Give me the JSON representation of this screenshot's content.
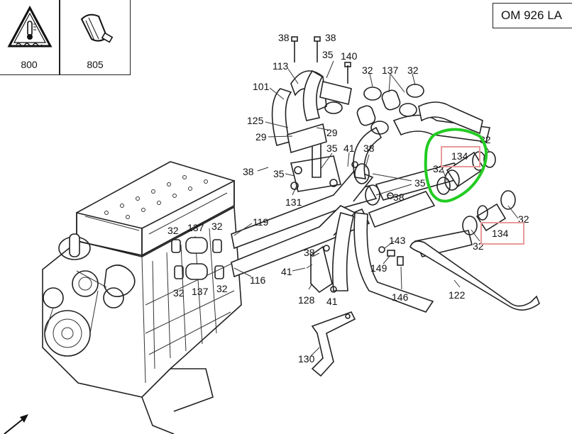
{
  "legend": {
    "items": [
      {
        "code": "800",
        "icon": "hot-coolant-warning-icon"
      },
      {
        "code": "805",
        "icon": "hose-clamp-icon"
      }
    ]
  },
  "engine_model": "OM 926 LA",
  "callouts": [
    {
      "id": "c38a",
      "text": "38"
    },
    {
      "id": "c38b",
      "text": "38"
    },
    {
      "id": "c35a",
      "text": "35"
    },
    {
      "id": "c140",
      "text": "140"
    },
    {
      "id": "c113",
      "text": "113"
    },
    {
      "id": "c32a",
      "text": "32"
    },
    {
      "id": "c137a",
      "text": "137"
    },
    {
      "id": "c32b",
      "text": "32"
    },
    {
      "id": "c101",
      "text": "101"
    },
    {
      "id": "c125",
      "text": "125"
    },
    {
      "id": "c29a",
      "text": "29"
    },
    {
      "id": "c29b",
      "text": "29"
    },
    {
      "id": "c35b",
      "text": "35"
    },
    {
      "id": "c41a",
      "text": "41"
    },
    {
      "id": "c38c",
      "text": "38"
    },
    {
      "id": "c38d",
      "text": "38"
    },
    {
      "id": "c35c",
      "text": "35"
    },
    {
      "id": "c131",
      "text": "131"
    },
    {
      "id": "c35d",
      "text": "35"
    },
    {
      "id": "c38e",
      "text": "38"
    },
    {
      "id": "c134a",
      "text": "134"
    },
    {
      "id": "c32c",
      "text": "32"
    },
    {
      "id": "c32d",
      "text": "32"
    },
    {
      "id": "c134b",
      "text": "134"
    },
    {
      "id": "c32e",
      "text": "32"
    },
    {
      "id": "c32f",
      "text": "32"
    },
    {
      "id": "c119",
      "text": "119"
    },
    {
      "id": "c32g",
      "text": "32"
    },
    {
      "id": "c137b",
      "text": "137"
    },
    {
      "id": "c32h",
      "text": "32"
    },
    {
      "id": "c143",
      "text": "143"
    },
    {
      "id": "c38f",
      "text": "38"
    },
    {
      "id": "c41b",
      "text": "41"
    },
    {
      "id": "c149",
      "text": "149"
    },
    {
      "id": "c116",
      "text": "116"
    },
    {
      "id": "c32i",
      "text": "32"
    },
    {
      "id": "c137c",
      "text": "137"
    },
    {
      "id": "c32j",
      "text": "32"
    },
    {
      "id": "c128",
      "text": "128"
    },
    {
      "id": "c41c",
      "text": "41"
    },
    {
      "id": "c146",
      "text": "146"
    },
    {
      "id": "c122",
      "text": "122"
    },
    {
      "id": "c130",
      "text": "130"
    }
  ],
  "annotations": {
    "highlight_color": "#e89a9a",
    "circle_color": "#22cc22",
    "highlighted_callouts": [
      "134",
      "134"
    ]
  }
}
